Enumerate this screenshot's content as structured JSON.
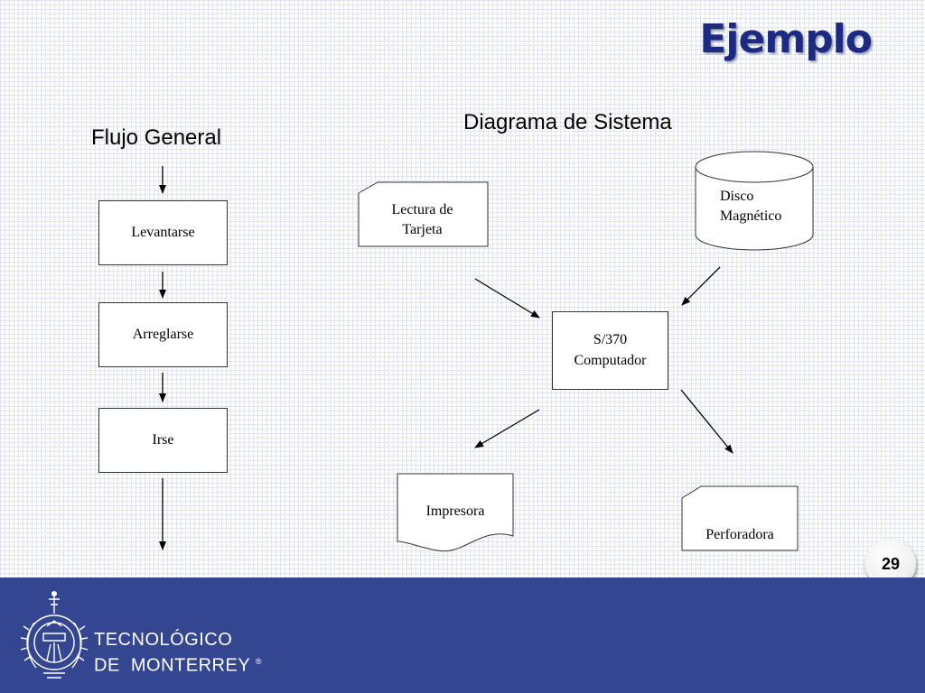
{
  "slide": {
    "title": "Ejemplo",
    "page_number": "29"
  },
  "flujo": {
    "heading": "Flujo General",
    "steps": [
      "Levantarse",
      "Arreglarse",
      "Irse"
    ]
  },
  "sistema": {
    "heading": "Diagrama de Sistema",
    "card_reader": [
      "Lectura de",
      "Tarjeta"
    ],
    "disk": [
      "Disco",
      "Magnético"
    ],
    "computer": [
      "S/370",
      "Computador"
    ],
    "printer": "Impresora",
    "punch": "Perforadora"
  },
  "footer": {
    "brand_line1": "TECNOLÓGICO",
    "brand_line2": "DE  MONTERREY",
    "registered": "®",
    "background_color": "#354690"
  },
  "colors": {
    "title": "#1d2a84"
  }
}
